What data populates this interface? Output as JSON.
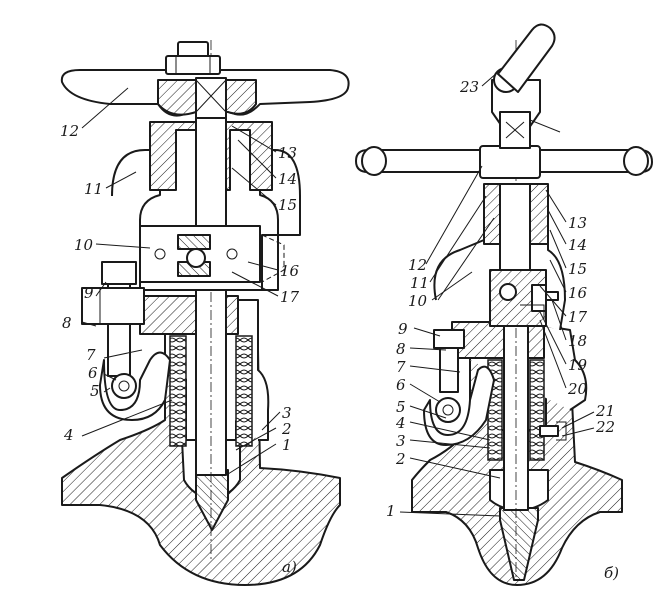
{
  "figure_a": {
    "caption": "а)",
    "labels": [
      "12",
      "13",
      "14",
      "15",
      "11",
      "10",
      "16",
      "17",
      "9",
      "8",
      "7",
      "6",
      "5",
      "4",
      "3",
      "2",
      "1"
    ]
  },
  "figure_b": {
    "caption": "б)",
    "labels": [
      "23",
      "13",
      "14",
      "15",
      "12",
      "11",
      "16",
      "17",
      "10",
      "18",
      "19",
      "20",
      "9",
      "8",
      "7",
      "6",
      "5",
      "4",
      "3",
      "2",
      "21",
      "22",
      "1"
    ]
  },
  "colors": {
    "ink": "#1a1a1a",
    "paper": "#ffffff"
  }
}
